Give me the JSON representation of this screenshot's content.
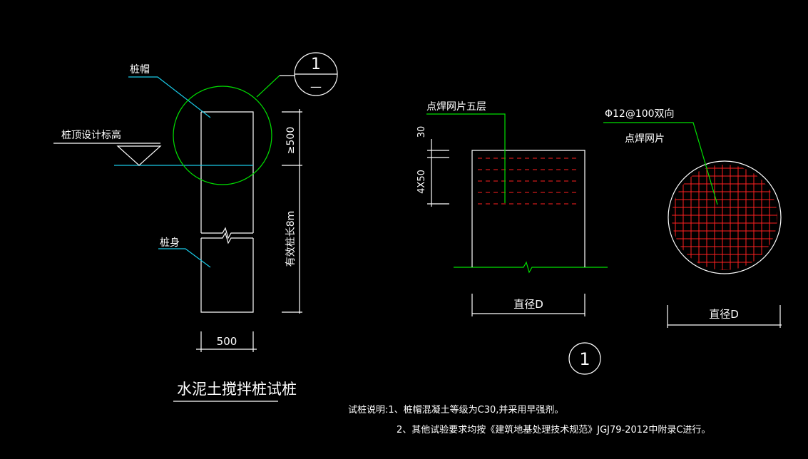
{
  "left": {
    "cap_label": "桩帽",
    "top_elev_label": "桩顶设计标高",
    "body_label": "桩身",
    "dim_top": "≥500",
    "dim_length": "有效桩长8m",
    "dim_width": "500",
    "title": "水泥土搅拌桩试桩",
    "detail_ref_top": "1",
    "detail_ref_bottom": "—"
  },
  "middle": {
    "mesh_label": "点焊网片五层",
    "dim_top": "30",
    "dim_mesh": "4X50",
    "dim_diameter": "直径D",
    "detail_number": "1"
  },
  "right": {
    "rebar_label": "Φ12@100双向",
    "mesh_label": "点焊网片",
    "dim_diameter": "直径D"
  },
  "notes": {
    "line1": "试桩说明:1、桩帽混凝土等级为C30,并采用早强剂。",
    "line2": "2、其他试验要求均按《建筑地基处理技术规范》JGJ79-2012中附录C进行。"
  },
  "colors": {
    "background": "#000000",
    "outline": "#ffffff",
    "leader_green": "#00e000",
    "leader_cyan": "#19c9e6",
    "rebar_red": "#ff2020"
  }
}
